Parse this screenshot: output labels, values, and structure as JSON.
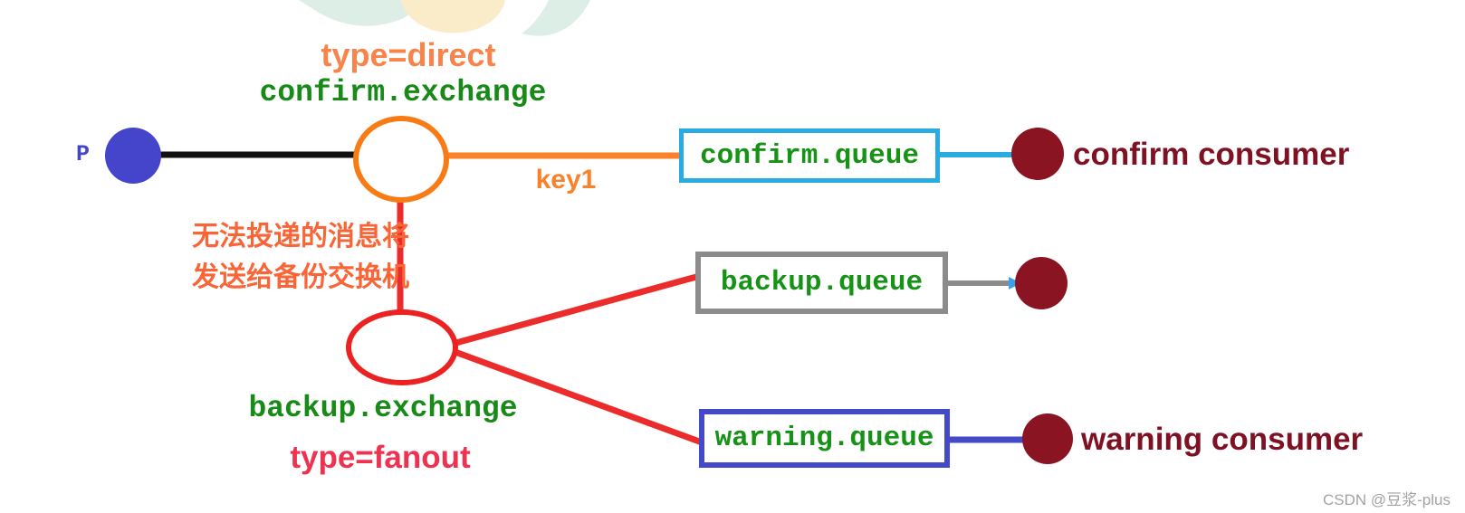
{
  "page": {
    "watermark": "CSDN @豆浆-plus"
  },
  "diagram": {
    "producer": {
      "label": "P"
    },
    "confirm_exchange": {
      "type_label": "type=direct",
      "name": "confirm.exchange",
      "routing_key_label": "key1"
    },
    "backup_exchange": {
      "name": "backup.exchange",
      "type_label": "type=fanout"
    },
    "annotation": {
      "line1": "无法投递的消息将",
      "line2": "发送给备份交换机"
    },
    "queues": [
      {
        "name": "confirm.queue",
        "consumer_label": "confirm consumer"
      },
      {
        "name": "backup.queue",
        "consumer_label": ""
      },
      {
        "name": "warning.queue",
        "consumer_label": "warning consumer"
      }
    ],
    "colors": {
      "direct_exchange_stroke": "#F97B16",
      "orange_line": "#F9822A",
      "direct_type_text": "#F8834B",
      "exchange_name_green": "#178A17",
      "queue_name_green": "#169316",
      "red_line": "#EC2B2B",
      "fanout_type_text": "#EE3350",
      "annotation_orange_red": "#F96536",
      "producer_blue": "#4545CB",
      "consumer_maroon": "#8B1422",
      "consumer_text_maroon": "#7E1223",
      "confirm_queue_border": "#29ABE2",
      "backup_queue_border": "#8C8C8C",
      "warning_queue_border": "#4449C8",
      "black_line": "#111111"
    }
  }
}
